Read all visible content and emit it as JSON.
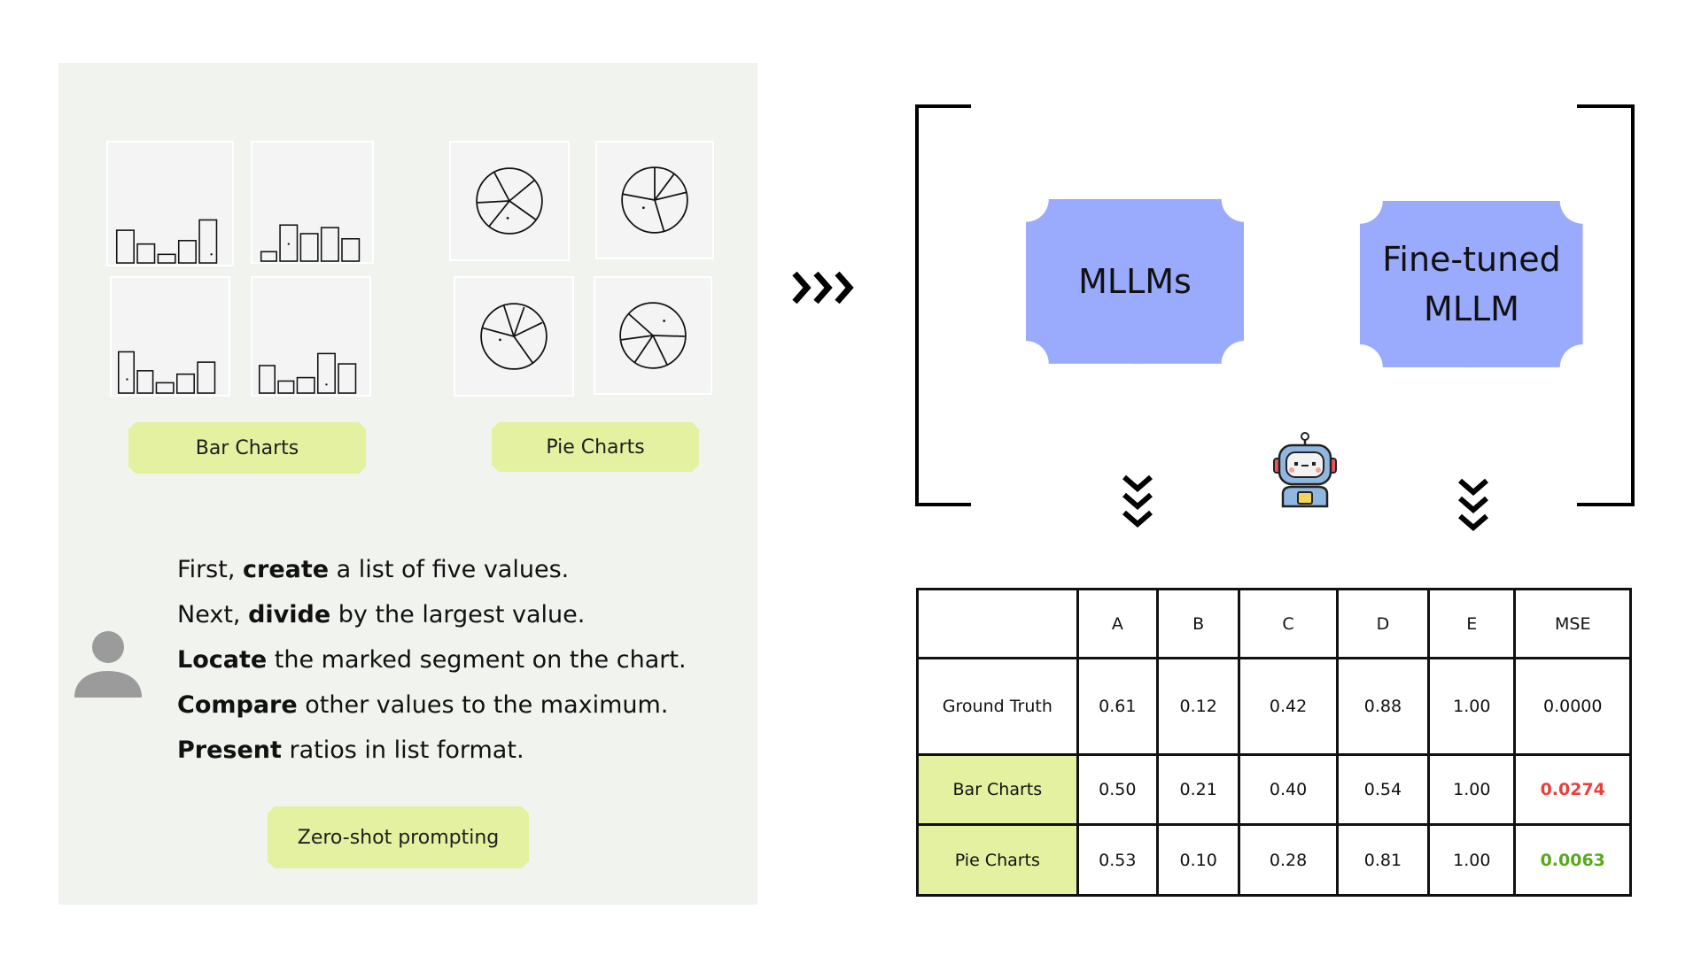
{
  "left": {
    "tags": {
      "bar": "Bar Charts",
      "pie": "Pie Charts",
      "prompting": "Zero-shot prompting"
    },
    "prompt": [
      {
        "pre": "First, ",
        "bold": "create",
        "post": " a list of five values."
      },
      {
        "pre": "Next, ",
        "bold": "divide",
        "post": " by the largest value."
      },
      {
        "pre": "",
        "bold": "Locate",
        "post": " the marked segment on the chart."
      },
      {
        "pre": "",
        "bold": "Compare",
        "post": " other values to the maximum."
      },
      {
        "pre": "",
        "bold": "Present",
        "post": " ratios in list format."
      }
    ],
    "icons": {
      "user": "user-icon"
    }
  },
  "right": {
    "models": {
      "mllms": "MLLMs",
      "finetuned_line1": "Fine-tuned",
      "finetuned_line2": "MLLM"
    },
    "icons": {
      "arrows": "triple-chevron-right-icon",
      "down": "triple-chevron-down-icon",
      "robot": "robot-icon"
    }
  },
  "table": {
    "header": [
      "",
      "A",
      "B",
      "C",
      "D",
      "E",
      "MSE"
    ],
    "rows": [
      {
        "label": "Ground Truth",
        "values": [
          "0.61",
          "0.12",
          "0.42",
          "0.88",
          "1.00"
        ],
        "mse": "0.0000"
      },
      {
        "label": "Bar Charts",
        "values": [
          "0.50",
          "0.21",
          "0.40",
          "0.54",
          "1.00"
        ],
        "mse": "0.0274"
      },
      {
        "label": "Pie Charts",
        "values": [
          "0.53",
          "0.10",
          "0.28",
          "0.81",
          "1.00"
        ],
        "mse": "0.0063"
      }
    ]
  },
  "colors": {
    "panel_bg": "#f1f3ee",
    "tag_green": "#e3f1a1",
    "model_blue": "#9aaafd",
    "mse_bad": "#e8403c",
    "mse_good": "#5aa81e"
  }
}
